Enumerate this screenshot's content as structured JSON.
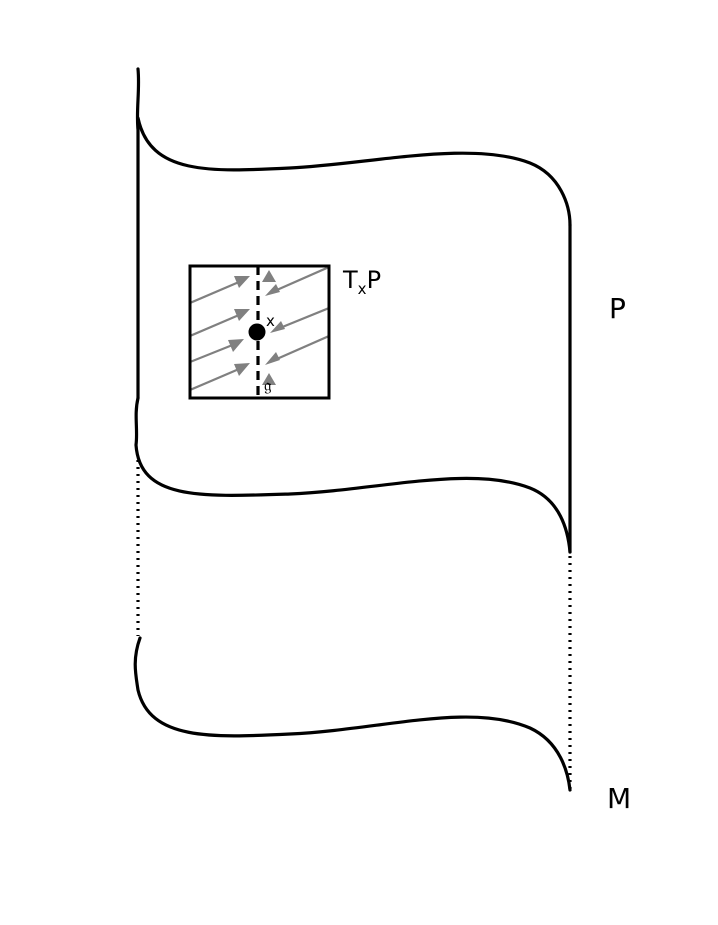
{
  "labels": {
    "bundle": "P",
    "base": "M",
    "tangent_main": "T",
    "tangent_sub": "x",
    "tangent_tail": "P",
    "point": "x",
    "lie_algebra": "𝔤"
  },
  "colors": {
    "line": "#000000",
    "arrow": "#808080",
    "background": "#ffffff"
  }
}
